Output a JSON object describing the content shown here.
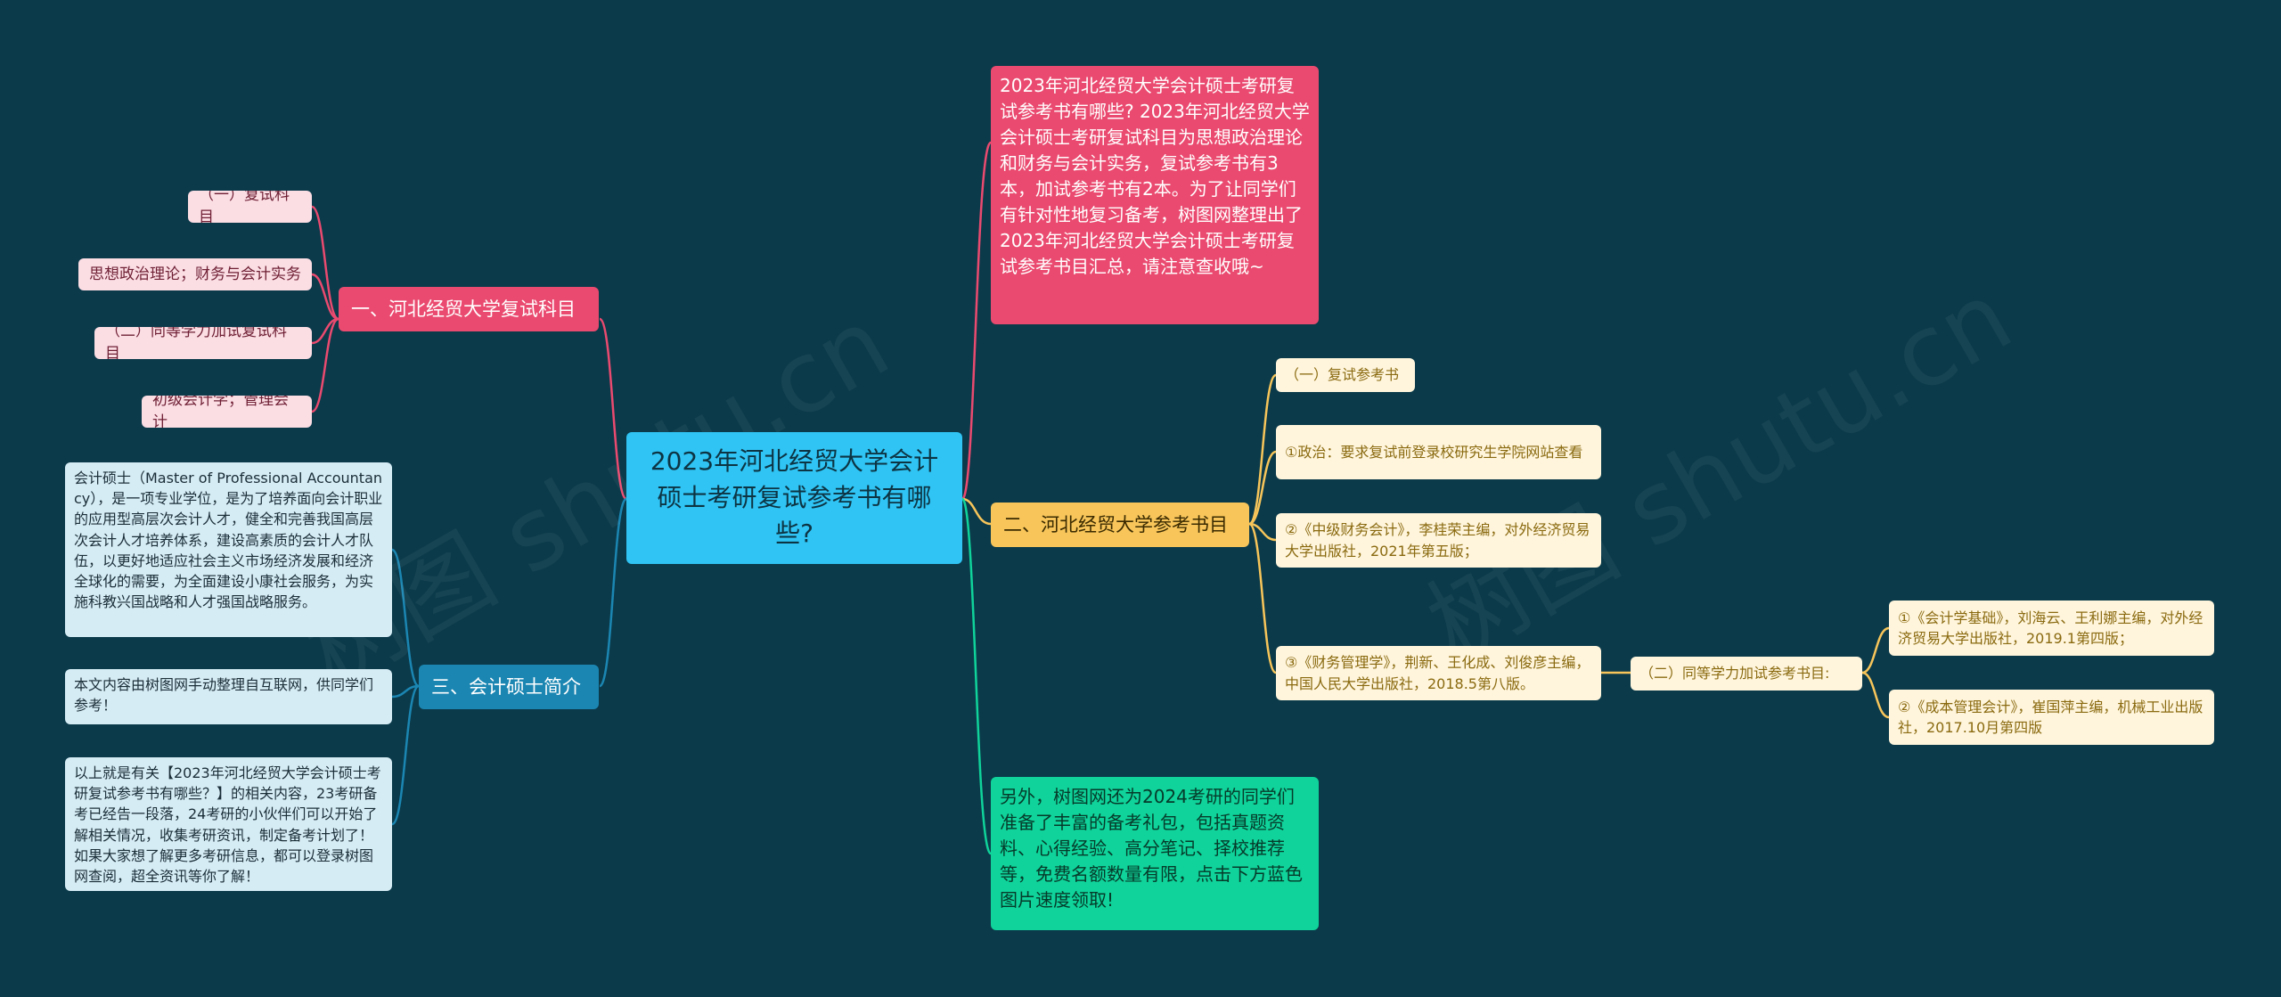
{
  "center": {
    "title": "2023年河北经贸大学会计硕士考研复试参考书有哪些?"
  },
  "intro": {
    "text": "2023年河北经贸大学会计硕士考研复试参考书有哪些? 2023年河北经贸大学会计硕士考研复试科目为思想政治理论和财务与会计实务，复试参考书有3本，加试参考书有2本。为了让同学们有针对性地复习备考，树图网整理出了2023年河北经贸大学会计硕士考研复试参考书目汇总，请注意查收哦~"
  },
  "branch1": {
    "label": "一、河北经贸大学复试科目",
    "items": [
      "（一）复试科目",
      "思想政治理论；财务与会计实务",
      "（二）同等学力加试复试科目",
      "初级会计学；管理会计"
    ]
  },
  "branch2": {
    "label": "二、河北经贸大学参考书目",
    "items": [
      "（一）复试参考书",
      "①政治：要求复试前登录校研究生学院网站查看",
      "②《中级财务会计》，李桂荣主编，对外经济贸易大学出版社，2021年第五版；",
      "③《财务管理学》，荆新、王化成、刘俊彦主编，中国人民大学出版社，2018.5第八版。"
    ],
    "sub": {
      "label": "（二）同等学力加试参考书目:",
      "items": [
        "①《会计学基础》，刘海云、王利娜主编，对外经济贸易大学出版社，2019.1第四版；",
        "②《成本管理会计》，崔国萍主编，机械工业出版社，2017.10月第四版"
      ]
    }
  },
  "branch3": {
    "label": "三、会计硕士简介",
    "items": [
      "会计硕士（Master of Professional Accountancy），是一项专业学位，是为了培养面向会计职业的应用型高层次会计人才，健全和完善我国高层次会计人才培养体系，建设高素质的会计人才队伍，以更好地适应社会主义市场经济发展和经济全球化的需要，为全面建设小康社会服务，为实施科教兴国战略和人才强国战略服务。",
      "本文内容由树图网手动整理自互联网，供同学们参考！",
      "以上就是有关【2023年河北经贸大学会计硕士考研复试参考书有哪些？】的相关内容，23考研备考已经告一段落，24考研的小伙伴们可以开始了解相关情况，收集考研资讯，制定备考计划了！如果大家想了解更多考研信息，都可以登录树图网查阅，超全资讯等你了解！"
    ]
  },
  "promo": {
    "text": "另外，树图网还为2024考研的同学们准备了丰富的备考礼包，包括真题资料、心得经验、高分笔记、择校推荐等，免费名额数量有限，点击下方蓝色图片速度领取!"
  },
  "colors": {
    "background": "#0b3a4a",
    "center": "#2fc4f4",
    "pink": "#ea4a6f",
    "yellow": "#f7c55a",
    "blue": "#1b86b2",
    "green": "#0fd39a"
  }
}
